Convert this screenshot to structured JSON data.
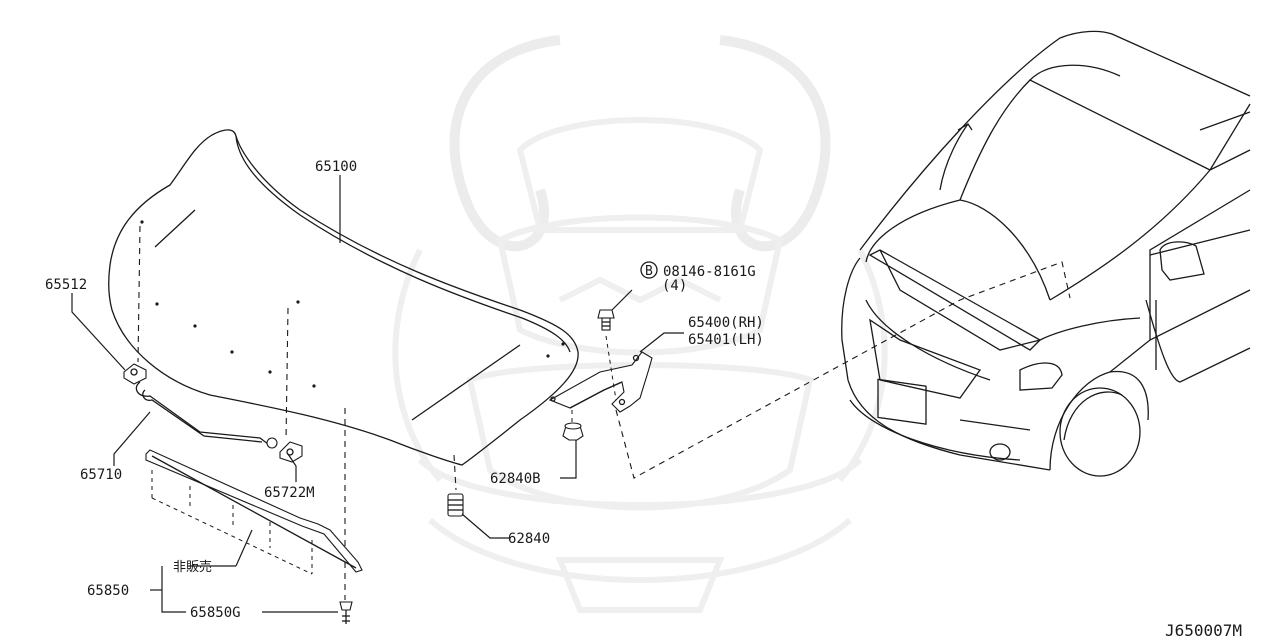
{
  "diagram": {
    "reference_code": "J650007M",
    "labels": {
      "hood": "65100",
      "hinge_nut": "65512",
      "support_rod": "65710",
      "rod_clip": "65722M",
      "seal_group": "65850",
      "not_for_sale": "非販売",
      "seal_clip": "65850G",
      "hinge_rh": "65400(RH)",
      "hinge_lh": "65401(LH)",
      "bolt_code": "08146-8161G",
      "bolt_qty": "(4)",
      "bolt_marker": "B",
      "bumper_small": "62840B",
      "bumper": "62840"
    }
  }
}
